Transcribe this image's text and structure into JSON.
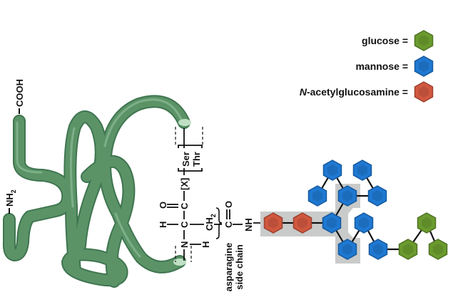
{
  "legend": [
    {
      "label": "glucose =",
      "color": "#6a9a2e"
    },
    {
      "label": "mannose =",
      "color": "#1f78d1"
    },
    {
      "label_italic": "N",
      "label": "-acetylglucosamine =",
      "color": "#d0583f"
    }
  ],
  "protein": {
    "cterm": "COOH",
    "nterm": "NH",
    "nterm_sub": "2",
    "tube_color": "#5b9367"
  },
  "structure": {
    "h1": "H",
    "o1": "O",
    "n": "N",
    "c1": "C",
    "c2": "C",
    "x": "[X]",
    "ser": "Ser",
    "thr": "Thr",
    "h2": "H",
    "ch": "CH",
    "ch_sub": "2",
    "c3": "C",
    "o2": "O",
    "nh": "NH",
    "side_chain_1": "asparagine",
    "side_chain_2": "side chain"
  },
  "glycan": {
    "residues": [
      {
        "type": "N-acetylglucosamine"
      },
      {
        "type": "N-acetylglucosamine"
      },
      {
        "type": "mannose"
      },
      {
        "type": "mannose"
      },
      {
        "type": "mannose"
      },
      {
        "type": "mannose"
      },
      {
        "type": "mannose"
      },
      {
        "type": "mannose"
      },
      {
        "type": "mannose"
      },
      {
        "type": "mannose"
      },
      {
        "type": "mannose"
      },
      {
        "type": "glucose"
      },
      {
        "type": "glucose"
      },
      {
        "type": "glucose"
      }
    ]
  }
}
